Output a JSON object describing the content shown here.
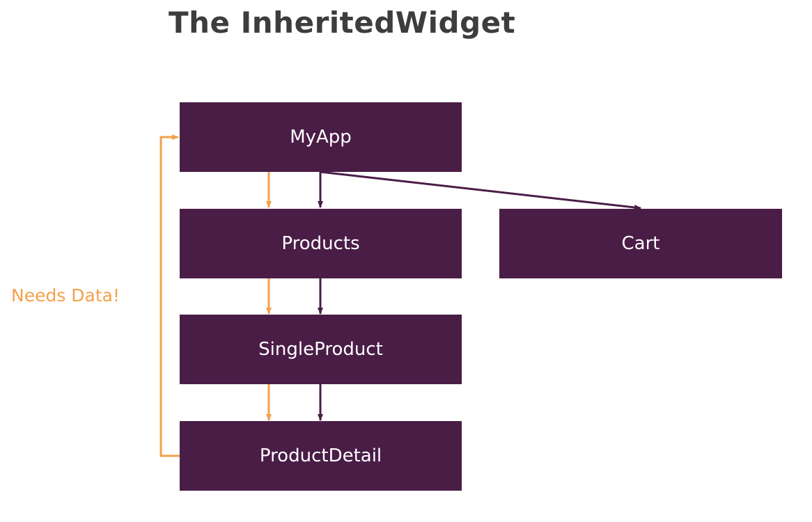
{
  "title": "The InheritedWidget",
  "nodes": {
    "myapp": "MyApp",
    "products": "Products",
    "cart": "Cart",
    "single_product": "SingleProduct",
    "product_detail": "ProductDetail"
  },
  "side_label": "Needs Data!",
  "colors": {
    "box": "#4a1d47",
    "data_flow": "#f3a14b",
    "tree_edge": "#4a1d47",
    "title": "#3d3d3d"
  }
}
